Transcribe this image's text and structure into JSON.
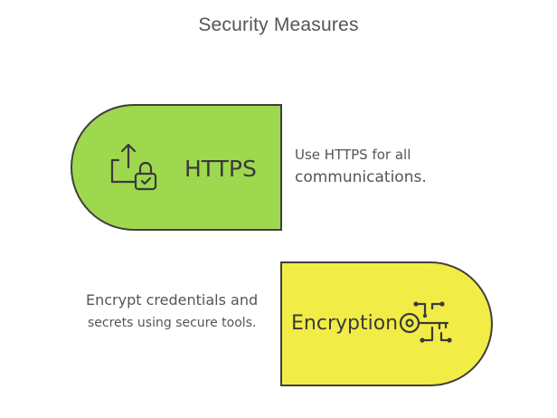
{
  "title": "Security Measures",
  "measures": [
    {
      "label": "HTTPS",
      "icon": "upload-lock-icon",
      "color": "#9ed84f",
      "description_lines": [
        "Use HTTPS for all",
        "communications."
      ]
    },
    {
      "label": "Encryption",
      "icon": "circuit-key-icon",
      "color": "#f2ec46",
      "description_lines": [
        "Encrypt credentials and",
        "secrets using secure tools."
      ]
    }
  ]
}
